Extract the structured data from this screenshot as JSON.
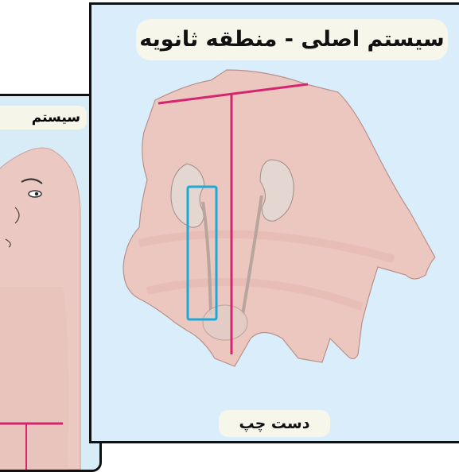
{
  "main_panel": {
    "title": "سیستم اصلی - منطقه ثانویه",
    "hand_label": "دست چپ"
  },
  "secondary_panel": {
    "title_visible_fragment": "سیستم"
  },
  "colors": {
    "panel_background": "#d9eefa",
    "skin": "#ecc7c0",
    "meridian_line": "#d6246e",
    "highlight_box": "#1ea8d6",
    "organ_fill": "#e4d6d0"
  }
}
